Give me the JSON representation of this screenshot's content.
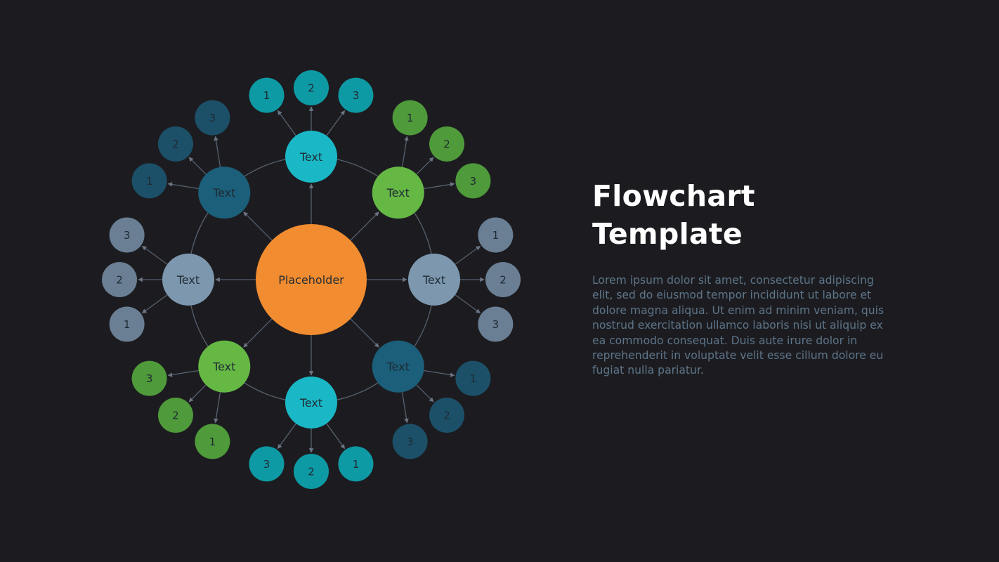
{
  "title": "Flowchart Template",
  "body": "Lorem ipsum dolor sit amet, consectetur adipiscing elit, sed do eiusmod tempor incididunt ut labore et dolore magna aliqua. Ut enim ad minim veniam, quis nostrud exercitation ullamco laboris nisi ut aliquip ex ea commodo consequat. Duis aute irure dolor in reprehenderit in voluptate velit esse cillum dolore eu fugiat nulla pariatur.",
  "colors": {
    "background": "#1c1c20",
    "line": "#56606e",
    "label": "#1f2a33"
  },
  "center": {
    "label": "Placeholder",
    "color": "#f28c30"
  },
  "branches": [
    {
      "direction": "top",
      "label": "Text",
      "color": "#1ab8c6",
      "leaf_color": "#0e9aa5",
      "leaves": [
        "1",
        "2",
        "3"
      ]
    },
    {
      "direction": "top-right",
      "label": "Text",
      "color": "#66b845",
      "leaf_color": "#4f9a3a",
      "leaves": [
        "1",
        "2",
        "3"
      ]
    },
    {
      "direction": "right",
      "label": "Text",
      "color": "#7d98ae",
      "leaf_color": "#6a7f94",
      "leaves": [
        "1",
        "2",
        "3"
      ]
    },
    {
      "direction": "bottom-right",
      "label": "Text",
      "color": "#1b5f7a",
      "leaf_color": "#1c5068",
      "leaves": [
        "1",
        "2",
        "3"
      ]
    },
    {
      "direction": "bottom",
      "label": "Text",
      "color": "#1ab8c6",
      "leaf_color": "#0e9aa5",
      "leaves": [
        "1",
        "2",
        "3"
      ]
    },
    {
      "direction": "bottom-left",
      "label": "Text",
      "color": "#66b845",
      "leaf_color": "#4f9a3a",
      "leaves": [
        "1",
        "2",
        "3"
      ]
    },
    {
      "direction": "left",
      "label": "Text",
      "color": "#7d98ae",
      "leaf_color": "#6a7f94",
      "leaves": [
        "1",
        "2",
        "3"
      ]
    },
    {
      "direction": "top-left",
      "label": "Text",
      "color": "#1b5f7a",
      "leaf_color": "#1c5068",
      "leaves": [
        "1",
        "2",
        "3"
      ]
    }
  ]
}
